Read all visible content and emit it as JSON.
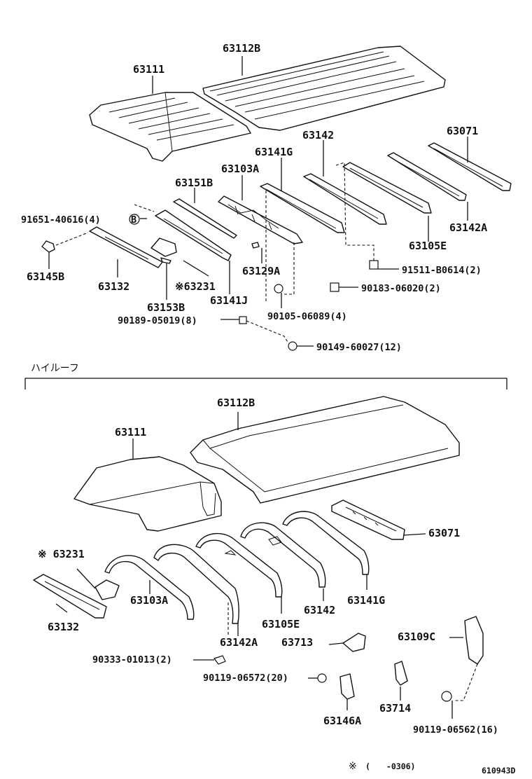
{
  "diagram": {
    "labels_std": {
      "p63112B": "63112B",
      "p63111": "63111",
      "p63142": "63142",
      "p63071": "63071",
      "p63141G": "63141G",
      "p63103A": "63103A",
      "p63151B": "63151B",
      "p91651": "91651-40616(4)",
      "circleB": "B",
      "p63142A": "63142A",
      "p63105E": "63105E",
      "p63145B": "63145B",
      "p63132": "63132",
      "p63231": "※63231",
      "p63129A": "63129A",
      "p91511": "91511-B0614(2)",
      "p90183": "90183-06020(2)",
      "p63153B": "63153B",
      "p63141J": "63141J",
      "p90189": "90189-05019(8)",
      "p90105": "90105-06089(4)",
      "p90149": "90149-60027(12)"
    },
    "section_title": "ハイルーフ",
    "labels_high": {
      "p63112B": "63112B",
      "p63111": "63111",
      "p63071": "63071",
      "p63231": "※ 63231",
      "p63103A": "63103A",
      "p63142": "63142",
      "p63141G": "63141G",
      "p63132": "63132",
      "p63105E": "63105E",
      "p63142A": "63142A",
      "p63713": "63713",
      "p63109C": "63109C",
      "p90333": "90333-01013(2)",
      "p90119a": "90119-06572(20)",
      "p63714": "63714",
      "p63146A": "63146A",
      "p90119b": "90119-06562(16)"
    },
    "footnote": {
      "mark": "※",
      "range": "(　　-0306)",
      "figure_id": "610943D"
    }
  }
}
